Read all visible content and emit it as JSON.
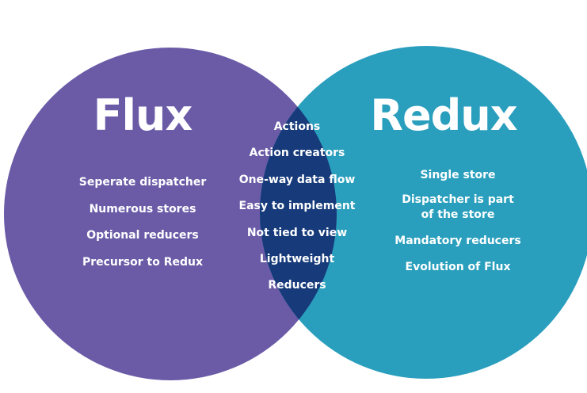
{
  "colors": {
    "flux_circle": "#6b5ba7",
    "redux_circle": "#2a9fbd",
    "overlap": "#163a7a",
    "text": "#ffffff"
  },
  "flux": {
    "title": "Flux",
    "items": [
      "Seperate dispatcher",
      "Numerous stores",
      "Optional reducers",
      "Precursor to Redux"
    ]
  },
  "common": {
    "items": [
      "Actions",
      "Action creators",
      "One-way data flow",
      "Easy to implement",
      "Not tied to view",
      "Lightweight",
      "Reducers"
    ]
  },
  "redux": {
    "title": "Redux",
    "items": [
      {
        "line1": "Single store",
        "line2": ""
      },
      {
        "line1": "Dispatcher is part",
        "line2": "of the store"
      },
      {
        "line1": "Mandatory reducers",
        "line2": ""
      },
      {
        "line1": "Evolution of Flux",
        "line2": ""
      }
    ]
  }
}
